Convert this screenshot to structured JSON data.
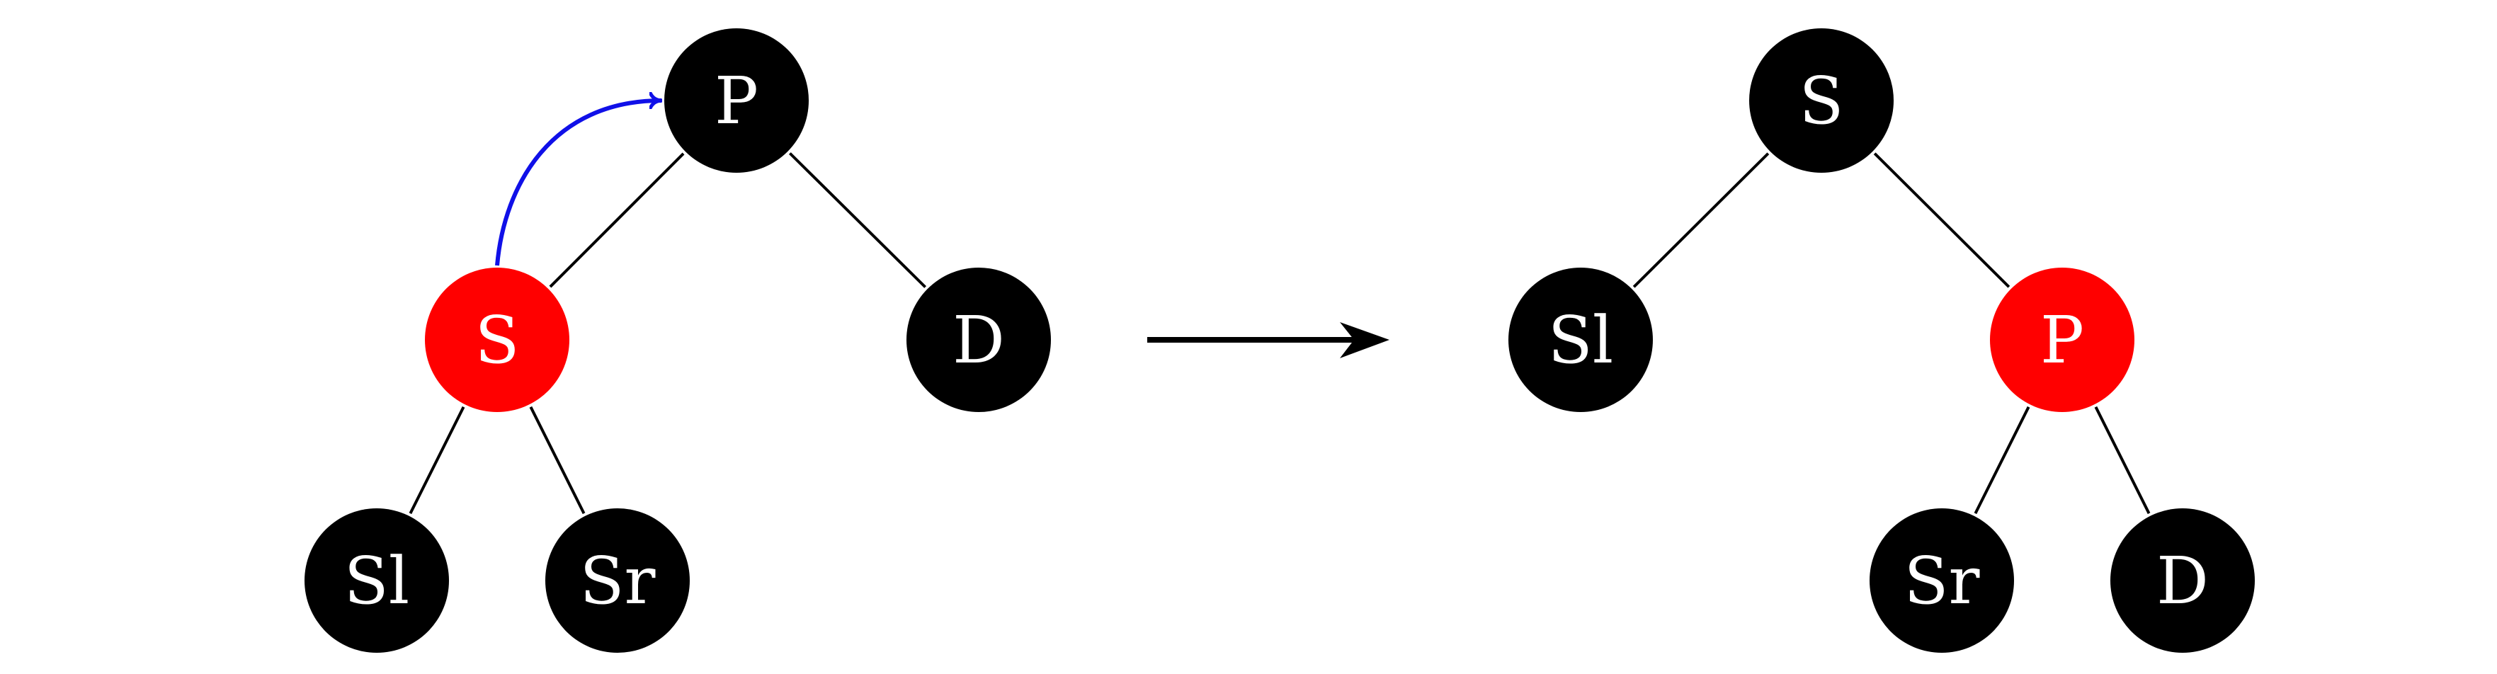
{
  "colors": {
    "node_black": "#000000",
    "node_red": "#ff0000",
    "label": "#ffffff",
    "edge": "#000000",
    "rotation_arrow": "#1010e8",
    "transition_arrow": "#000000"
  },
  "before_tree": {
    "nodes": [
      {
        "id": "P",
        "label": "P",
        "color": "black"
      },
      {
        "id": "S",
        "label": "S",
        "color": "red"
      },
      {
        "id": "D",
        "label": "D",
        "color": "black"
      },
      {
        "id": "Sl",
        "label": "Sl",
        "color": "black"
      },
      {
        "id": "Sr",
        "label": "Sr",
        "color": "black"
      }
    ],
    "edges": [
      [
        "P",
        "S"
      ],
      [
        "P",
        "D"
      ],
      [
        "S",
        "Sl"
      ],
      [
        "S",
        "Sr"
      ]
    ],
    "rotation": {
      "from": "S",
      "to": "P"
    }
  },
  "after_tree": {
    "nodes": [
      {
        "id": "S",
        "label": "S",
        "color": "black"
      },
      {
        "id": "Sl",
        "label": "Sl",
        "color": "black"
      },
      {
        "id": "P",
        "label": "P",
        "color": "red"
      },
      {
        "id": "Sr",
        "label": "Sr",
        "color": "black"
      },
      {
        "id": "D",
        "label": "D",
        "color": "black"
      }
    ],
    "edges": [
      [
        "S",
        "Sl"
      ],
      [
        "S",
        "P"
      ],
      [
        "P",
        "Sr"
      ],
      [
        "P",
        "D"
      ]
    ]
  }
}
